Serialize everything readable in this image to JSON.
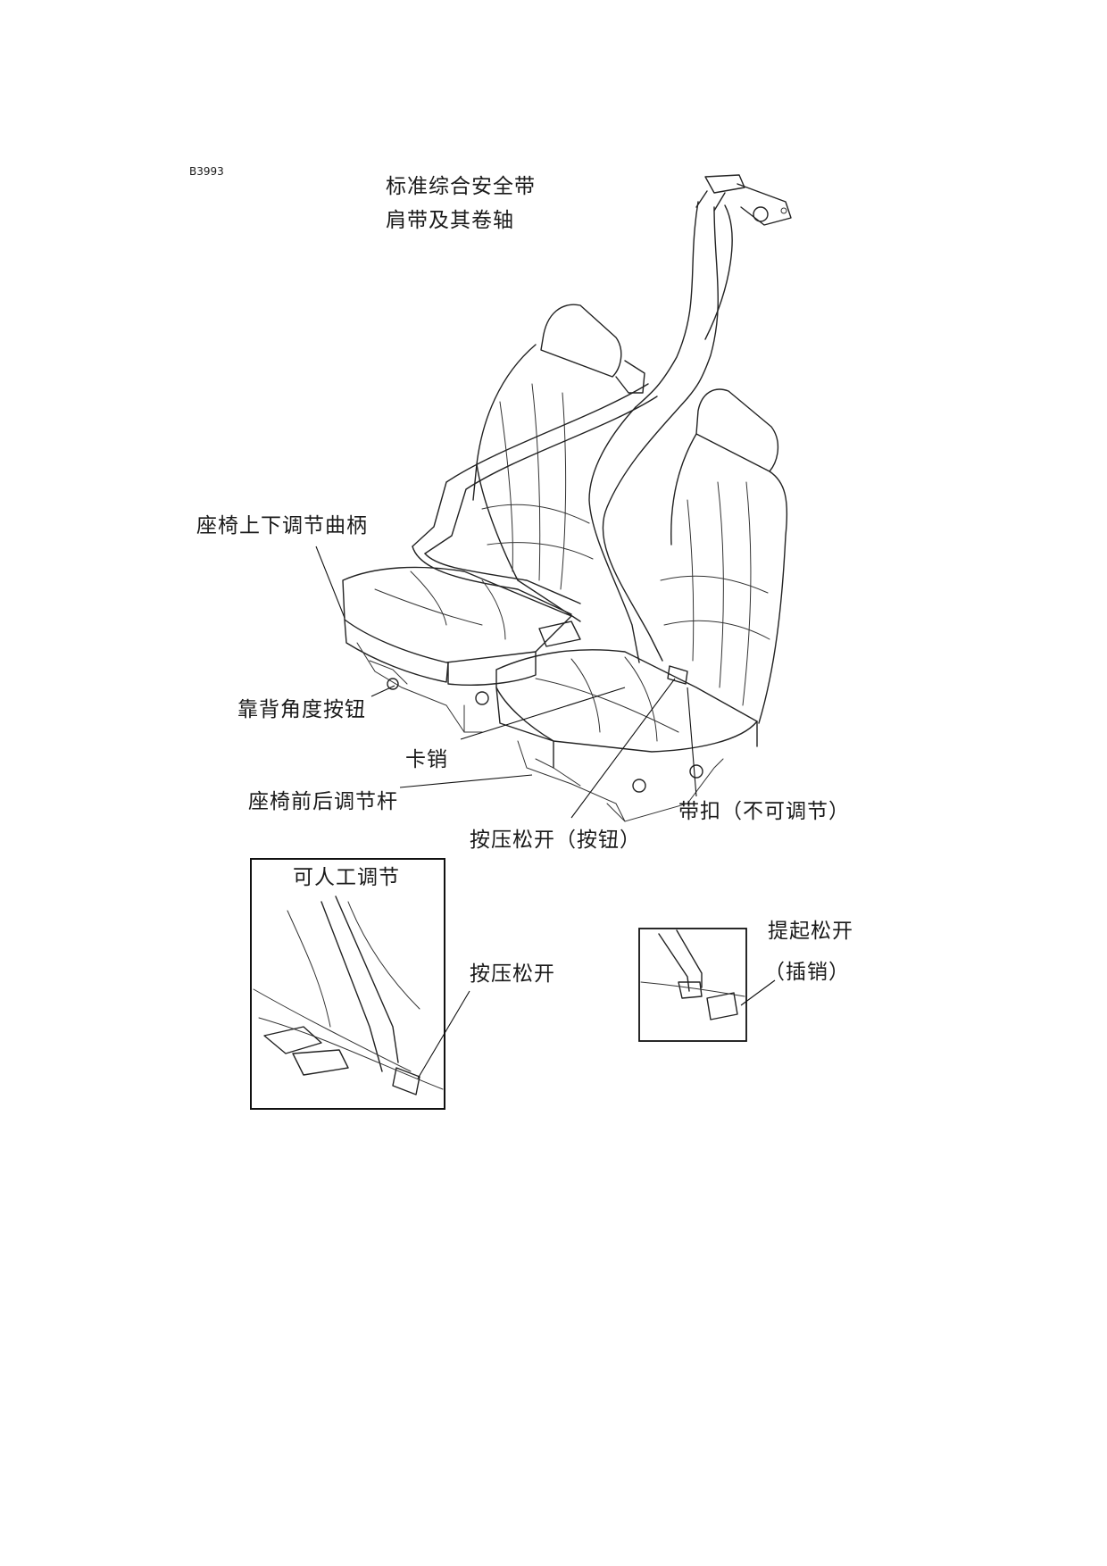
{
  "figure_code": "B3993",
  "title_line1": "标准综合安全带",
  "title_line2": "肩带及其卷轴",
  "labels": {
    "seat_height_crank": "座椅上下调节曲柄",
    "backrest_angle_button": "靠背角度按钮",
    "latch_pin": "卡销",
    "seat_fore_aft_lever": "座椅前后调节杆",
    "buckle_fixed": "带扣（不可调节）",
    "press_release_button": "按压松开（按钮）"
  },
  "inset_adjustable": {
    "title": "可人工调节",
    "callout": "按压松开"
  },
  "inset_latch": {
    "callout_line1": "提起松开",
    "callout_line2": "（插销）"
  }
}
